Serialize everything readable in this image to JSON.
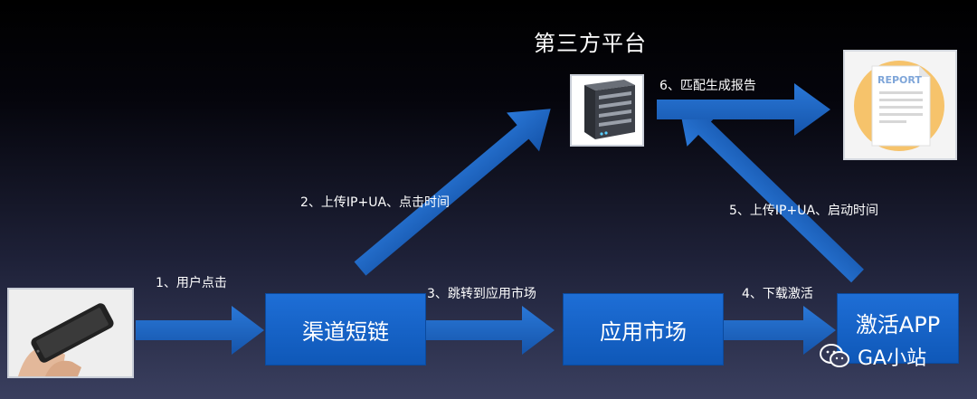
{
  "diagram": {
    "title": "第三方平台",
    "nodes": {
      "channel_link": "渠道短链",
      "app_market": "应用市场",
      "activate_app": "激活APP"
    },
    "steps": {
      "step1": "1、用户点击",
      "step2": "2、上传IP+UA、点击时间",
      "step3": "3、跳转到应用市场",
      "step4": "4、下载激活",
      "step5": "5、上传IP+UA、启动时间",
      "step6": "6、匹配生成报告"
    },
    "report_label": "REPORT"
  },
  "watermark": {
    "text": "GA小站",
    "icon": "wechat-icon"
  },
  "colors": {
    "box_blue": "#1565C0",
    "arrow_blue": "#1a5fb4"
  }
}
